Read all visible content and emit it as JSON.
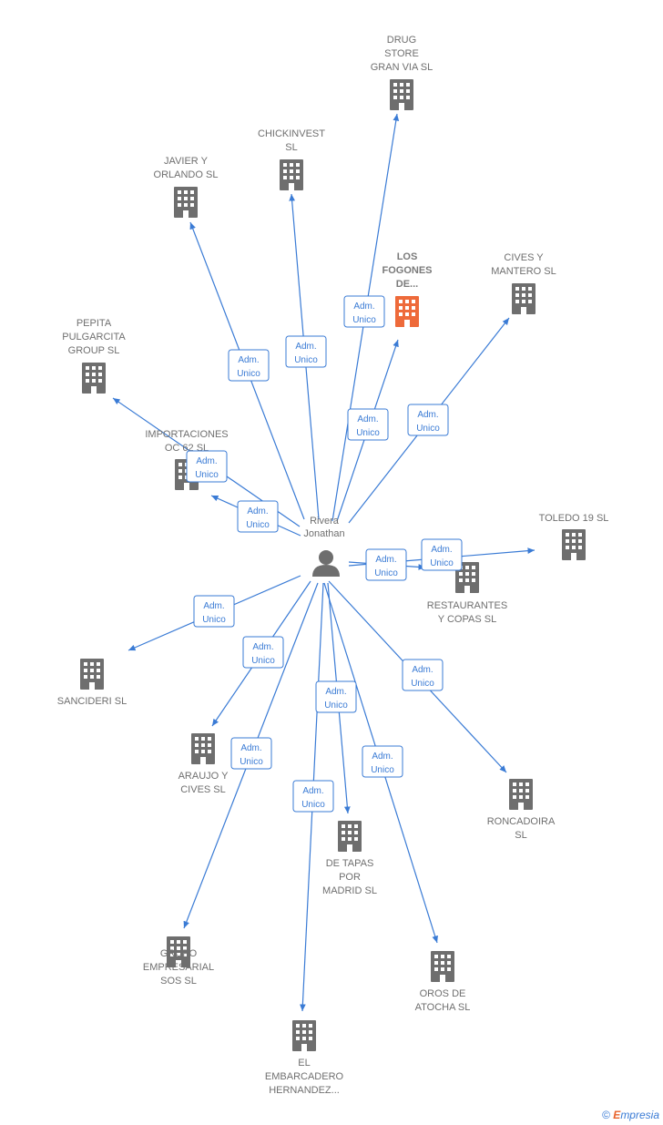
{
  "center": {
    "label_line1": "Rivera",
    "label_line2": "Jonathan"
  },
  "companies": [
    {
      "id": "drug-store",
      "lines": [
        "DRUG",
        "STORE",
        "GRAN VIA  SL"
      ],
      "highlight": false
    },
    {
      "id": "chickinvest",
      "lines": [
        "CHICKINVEST",
        "SL"
      ],
      "highlight": false
    },
    {
      "id": "javier-orlando",
      "lines": [
        "JAVIER Y",
        "ORLANDO SL"
      ],
      "highlight": false
    },
    {
      "id": "los-fogones",
      "lines": [
        "LOS",
        "FOGONES",
        "DE..."
      ],
      "highlight": true
    },
    {
      "id": "cives-mantero",
      "lines": [
        "CIVES Y",
        "MANTERO SL"
      ],
      "highlight": false
    },
    {
      "id": "pepita",
      "lines": [
        "PEPITA",
        "PULGARCITA",
        "GROUP SL"
      ],
      "highlight": false
    },
    {
      "id": "importaciones",
      "lines": [
        "IMPORTACIONES",
        "OC 62  SL"
      ],
      "highlight": false
    },
    {
      "id": "toledo",
      "lines": [
        "TOLEDO 19  SL"
      ],
      "highlight": false
    },
    {
      "id": "restaurantes",
      "lines": [
        "RESTAURANTES",
        "Y COPAS SL"
      ],
      "highlight": false
    },
    {
      "id": "sancideri",
      "lines": [
        "SANCIDERI  SL"
      ],
      "highlight": false
    },
    {
      "id": "araujo",
      "lines": [
        "ARAUJO Y",
        "CIVES SL"
      ],
      "highlight": false
    },
    {
      "id": "roncadoira",
      "lines": [
        "RONCADOIRA",
        "SL"
      ],
      "highlight": false
    },
    {
      "id": "de-tapas",
      "lines": [
        "DE TAPAS",
        "POR",
        "MADRID  SL"
      ],
      "highlight": false
    },
    {
      "id": "grupo",
      "lines": [
        "GRUPO",
        "EMPRESARIAL",
        "SOS SL"
      ],
      "highlight": false
    },
    {
      "id": "oros",
      "lines": [
        "OROS DE",
        "ATOCHA  SL"
      ],
      "highlight": false
    },
    {
      "id": "embarcadero",
      "lines": [
        "EL",
        "EMBARCADERO",
        "HERNANDEZ..."
      ],
      "highlight": false
    }
  ],
  "relations": [
    {
      "target": "drug-store",
      "role_line1": "Adm.",
      "role_line2": "Unico"
    },
    {
      "target": "chickinvest",
      "role_line1": "Adm.",
      "role_line2": "Unico"
    },
    {
      "target": "javier-orlando",
      "role_line1": "Adm.",
      "role_line2": "Unico"
    },
    {
      "target": "los-fogones",
      "role_line1": "Adm.",
      "role_line2": "Unico"
    },
    {
      "target": "cives-mantero",
      "role_line1": "Adm.",
      "role_line2": "Unico"
    },
    {
      "target": "pepita",
      "role_line1": "Adm.",
      "role_line2": "Unico"
    },
    {
      "target": "importaciones",
      "role_line1": "Adm.",
      "role_line2": "Unico"
    },
    {
      "target": "toledo",
      "role_line1": "Adm.",
      "role_line2": "Unico"
    },
    {
      "target": "restaurantes",
      "role_line1": "Adm.",
      "role_line2": "Unico"
    },
    {
      "target": "sancideri",
      "role_line1": "Adm.",
      "role_line2": "Unico"
    },
    {
      "target": "araujo",
      "role_line1": "Adm.",
      "role_line2": "Unico"
    },
    {
      "target": "roncadoira",
      "role_line1": "Adm.",
      "role_line2": "Unico"
    },
    {
      "target": "de-tapas",
      "role_line1": "Adm.",
      "role_line2": "Unico"
    },
    {
      "target": "grupo",
      "role_line1": "Adm.",
      "role_line2": "Unico"
    },
    {
      "target": "oros",
      "role_line1": "Adm.",
      "role_line2": "Unico"
    },
    {
      "target": "embarcadero",
      "role_line1": "Adm.",
      "role_line2": "Unico"
    }
  ],
  "colors": {
    "edge": "#3a7bd5",
    "building": "#6e6e6e",
    "building_highlight": "#ee6a3a",
    "person": "#6e6e6e"
  },
  "footer": {
    "copyright": "©",
    "brand_first": "E",
    "brand_rest": "mpresia"
  }
}
